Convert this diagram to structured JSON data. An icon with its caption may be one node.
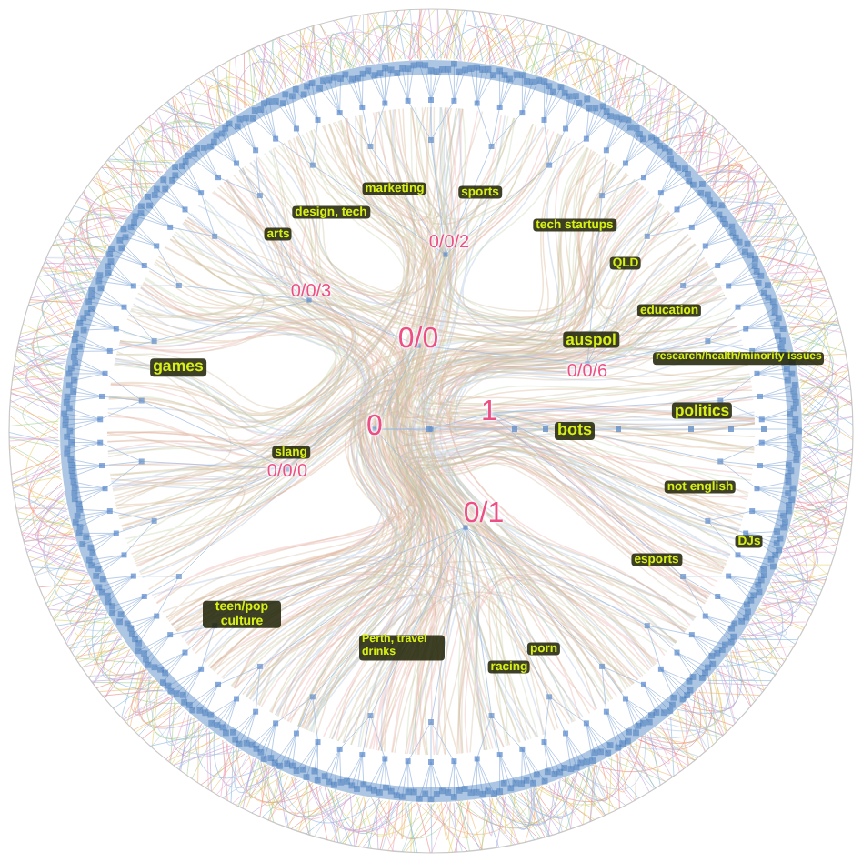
{
  "diagram": {
    "labels": [
      "marketing",
      "sports",
      "design, tech",
      "tech startups",
      "arts",
      "0/0/2",
      "QLD",
      "0/0/3",
      "education",
      "0/0",
      "auspol",
      "games",
      "0/0/6",
      "research/health/minority issues",
      "0",
      "1",
      "bots",
      "politics",
      "slang",
      "0/0/0",
      "not english",
      "0/1",
      "DJs",
      "esports",
      "teen/pop culture",
      "Perth, travel drinks",
      "porn",
      "racing"
    ]
  }
}
